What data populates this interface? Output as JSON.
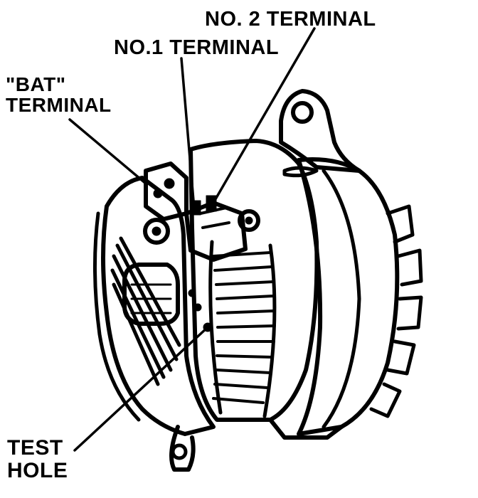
{
  "labels": {
    "no2_terminal": "NO. 2 TERMINAL",
    "no1_terminal": "NO.1 TERMINAL",
    "bat_terminal_line1": "\"BAT\"",
    "bat_terminal_line2": "TERMINAL",
    "test_hole_line1": "TEST",
    "test_hole_line2": "HOLE"
  },
  "colors": {
    "ink": "#000000",
    "paper": "#ffffff"
  }
}
